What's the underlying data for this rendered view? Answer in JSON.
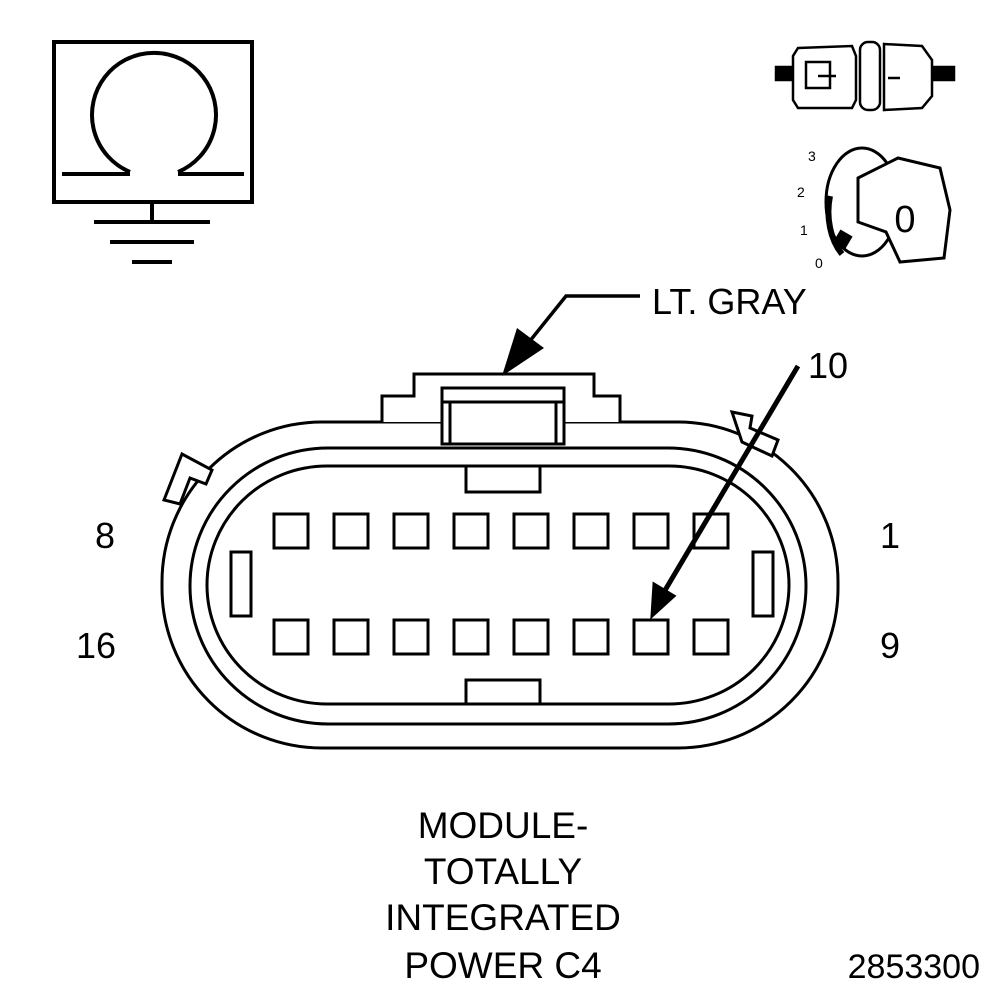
{
  "connector": {
    "color_label": "LT. GRAY",
    "pin_callout": "10",
    "row1_left_pin": "8",
    "row1_right_pin": "1",
    "row2_left_pin": "16",
    "row2_right_pin": "9",
    "pins_per_row": 8
  },
  "title": {
    "line1": "MODULE-",
    "line2": "TOTALLY",
    "line3": "INTEGRATED",
    "line4": "POWER C4"
  },
  "figure_number": "2853300",
  "ignition_switch": {
    "positions": [
      "3",
      "2",
      "1",
      "0"
    ],
    "key_label": "0"
  },
  "icons": [
    "ohmmeter-icon",
    "ground-icon",
    "connector-icon",
    "ignition-key-icon"
  ],
  "colors": {
    "line": "#000000",
    "background": "#ffffff"
  }
}
